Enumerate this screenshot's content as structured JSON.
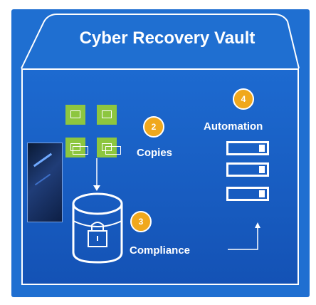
{
  "vault": {
    "title": "Cyber Recovery Vault"
  },
  "labels": {
    "copies": "Copies",
    "automation": "Automation",
    "compliance": "Compliance"
  },
  "badges": {
    "copies": "2",
    "compliance": "3",
    "automation": "4"
  },
  "colors": {
    "vault_blue": "#1f6fd1",
    "tile_green": "#8dc63f",
    "badge_orange": "#f0a81d",
    "line_white": "#ffffff"
  },
  "icons": {
    "copies": "folder-tiles-icon",
    "compliance": "database-lock-icon",
    "automation": "server-stack-icon",
    "device": "storage-device-icon"
  }
}
